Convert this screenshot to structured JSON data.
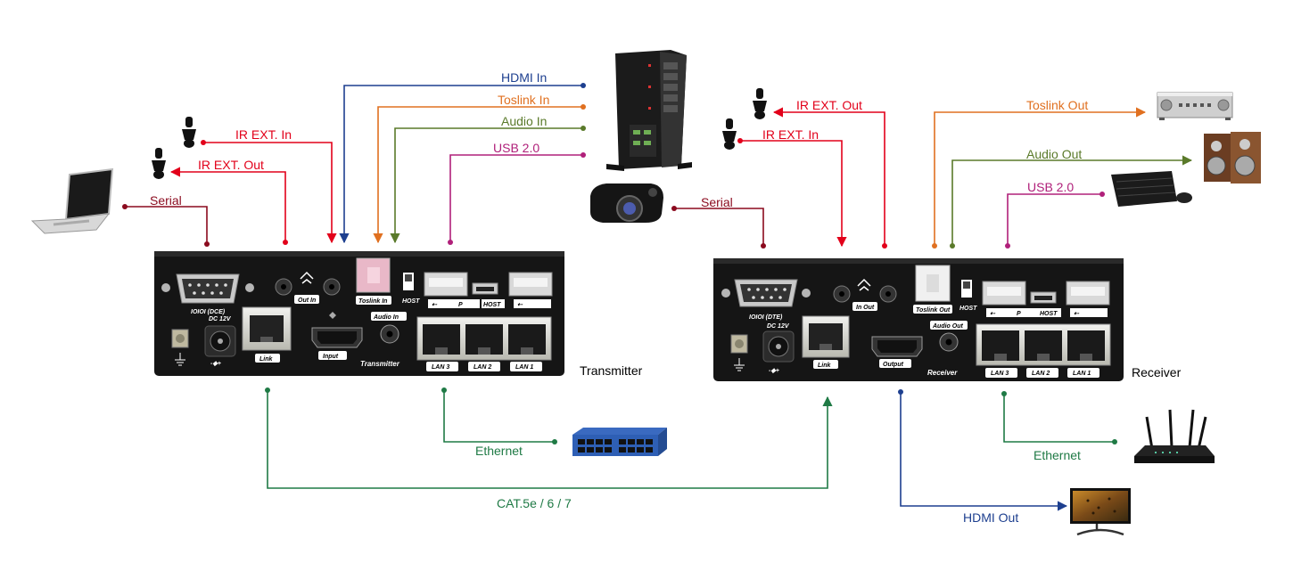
{
  "colors": {
    "ir": "#e2001a",
    "serial": "#8b0a1e",
    "hdmi": "#1d3f8f",
    "toslink": "#e07020",
    "audio": "#5a7a2a",
    "usb": "#b0207a",
    "network": "#1f7a45"
  },
  "devices": {
    "transmitter": "Transmitter",
    "receiver": "Receiver"
  },
  "tx_panel": {
    "serial_tag": "IOIOI (DCE)",
    "dc": "DC 12V",
    "link": "Link",
    "input": "Input",
    "model": "Transmitter",
    "ir_tag": "Out In",
    "toslink_tag": "Toslink In",
    "audio_tag": "Audio In",
    "host": "HOST",
    "usb_p": "P",
    "usb_host": "HOST",
    "lan3": "LAN 3",
    "lan2": "LAN 2",
    "lan1": "LAN 1"
  },
  "rx_panel": {
    "serial_tag": "IOIOI (DTE)",
    "dc": "DC 12V",
    "link": "Link",
    "output": "Output",
    "model": "Receiver",
    "ir_tag": "In Out",
    "toslink_tag": "Toslink Out",
    "audio_tag": "Audio Out",
    "host": "HOST",
    "usb_p": "P",
    "usb_host": "HOST",
    "lan3": "LAN 3",
    "lan2": "LAN 2",
    "lan1": "LAN 1"
  },
  "labels": {
    "tx_serial": "Serial",
    "tx_ir_in": "IR EXT. In",
    "tx_ir_out": "IR EXT. Out",
    "tx_hdmi_in": "HDMI In",
    "tx_toslink_in": "Toslink In",
    "tx_audio_in": "Audio In",
    "tx_usb": "USB 2.0",
    "tx_ethernet": "Ethernet",
    "cable": "CAT.5e / 6 / 7",
    "rx_serial": "Serial",
    "rx_ir_out": "IR EXT. Out",
    "rx_ir_in": "IR EXT. In",
    "rx_toslink_out": "Toslink Out",
    "rx_audio_out": "Audio Out",
    "rx_usb": "USB 2.0",
    "rx_ethernet": "Ethernet",
    "rx_hdmi_out": "HDMI Out"
  },
  "icons": [
    "laptop-icon",
    "ir-emitter-icon",
    "ir-receiver-icon",
    "tower-pc-icon",
    "projector-icon",
    "network-switch-icon",
    "amplifier-icon",
    "speaker-icon",
    "keyboard-mouse-icon",
    "router-icon",
    "monitor-icon"
  ]
}
